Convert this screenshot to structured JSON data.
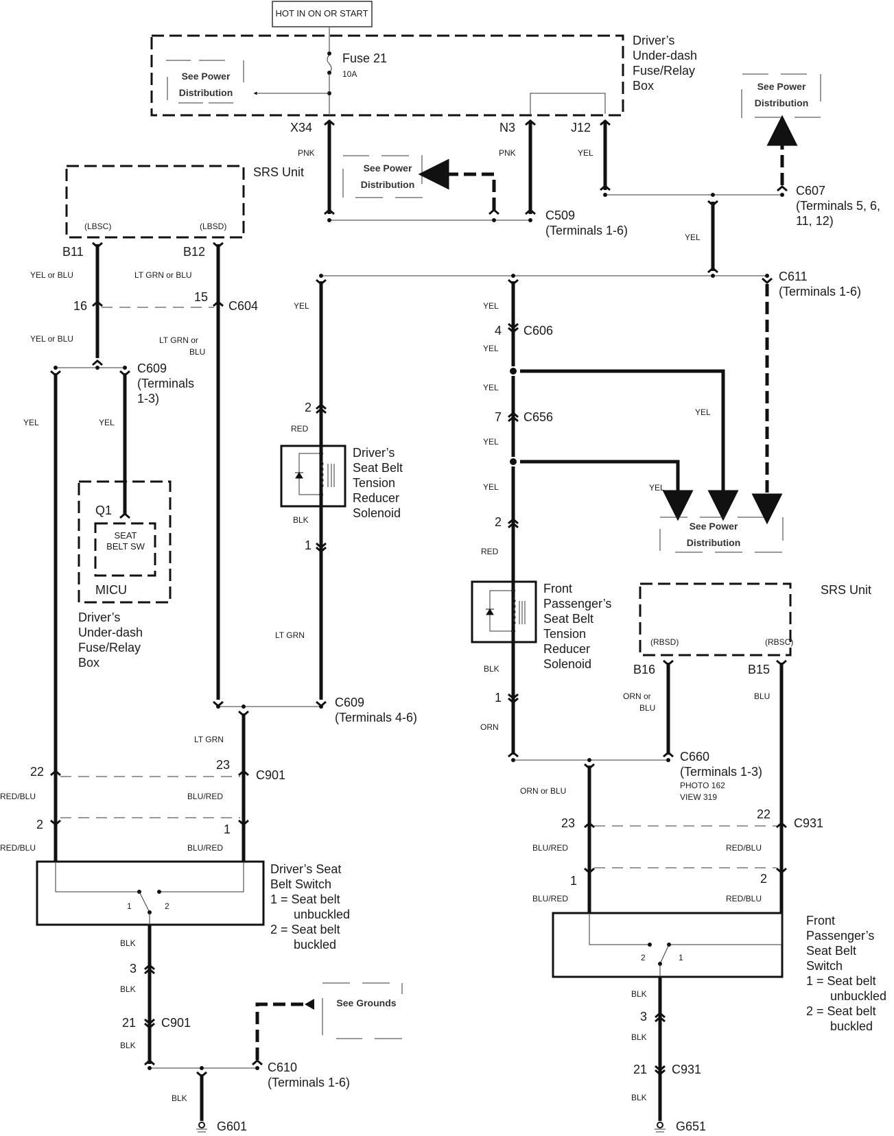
{
  "title_box": "HOT IN ON OR START",
  "fusebox": {
    "label": [
      "Driver’s",
      "Under-dash",
      "Fuse/Relay",
      "Box"
    ],
    "fuse_name": "Fuse 21",
    "fuse_rating": "10A"
  },
  "see_power": [
    "See Power",
    "Distribution"
  ],
  "see_grounds": "See Grounds",
  "terminals": {
    "x34": "X34",
    "n3": "N3",
    "j12": "J12",
    "b11": "B11",
    "b12": "B12",
    "b16": "B16",
    "b15": "B15"
  },
  "srs_left": {
    "label": "SRS Unit",
    "pin_a": "(LBSC)",
    "pin_b": "(LBSD)"
  },
  "srs_right": {
    "label": "SRS Unit",
    "pin_a": "(RBSD)",
    "pin_b": "(RBSC)"
  },
  "connectors": {
    "c509": [
      "C509",
      "(Terminals 1-6)"
    ],
    "c607": [
      "C607",
      "(Terminals 5, 6,",
      "11, 12)"
    ],
    "c611": [
      "C611",
      "(Terminals 1-6)"
    ],
    "c604": "C604",
    "c609a": [
      "C609",
      "(Terminals",
      "1-3)"
    ],
    "c609b": [
      "C609",
      "(Terminals 4-6)"
    ],
    "c606": "C606",
    "c656": "C656",
    "c660": [
      "C660",
      "(Terminals 1-3)",
      "PHOTO 162",
      "VIEW 319"
    ],
    "c901a": "C901",
    "c901b": "C901",
    "c931a": "C931",
    "c931b": "C931",
    "c610": [
      "C610",
      "(Terminals 1-6)"
    ],
    "g601": "G601",
    "g651": "G651"
  },
  "pins": {
    "p16": "16",
    "p15": "15",
    "p4": "4",
    "p7": "7",
    "ds2": "2",
    "ds1": "1",
    "ps2": "2",
    "ps1": "1",
    "c901_22": "22",
    "c901_23": "23",
    "dsw2": "2",
    "dsw1": "1",
    "dg3": "3",
    "dg21": "21",
    "c931_23": "23",
    "c931_22": "22",
    "psw1": "1",
    "psw2": "2",
    "pg3": "3",
    "pg21": "21"
  },
  "wires": {
    "pnk": "PNK",
    "yel": "YEL",
    "yel_or_blu": "YEL or BLU",
    "ltgrn_or_blu": "LT GRN or BLU",
    "ltgrn_or": "LT GRN or",
    "blu": "BLU",
    "red": "RED",
    "blk": "BLK",
    "ltgrn": "LT GRN",
    "orn": "ORN",
    "orn_or": "ORN or",
    "orn_or_blu": "ORN or BLU",
    "red_blu": "RED/BLU",
    "blu_red": "BLU/RED"
  },
  "micu": {
    "q1": "Q1",
    "sw": [
      "SEAT",
      "BELT SW"
    ],
    "name": "MICU",
    "location": [
      "Driver’s",
      "Under-dash",
      "Fuse/Relay",
      "Box"
    ]
  },
  "driver_solenoid": [
    "Driver’s",
    "Seat Belt",
    "Tension",
    "Reducer",
    "Solenoid"
  ],
  "pass_solenoid": [
    "Front",
    "Passenger’s",
    "Seat Belt",
    "Tension",
    "Reducer",
    "Solenoid"
  ],
  "driver_switch": {
    "label": [
      "Driver’s Seat",
      "Belt Switch"
    ],
    "legend": [
      "1 = Seat belt",
      "unbuckled",
      "2 = Seat belt",
      "buckled"
    ],
    "pos1": "1",
    "pos2": "2"
  },
  "pass_switch": {
    "label": [
      "Front",
      "Passenger’s",
      "Seat Belt",
      "Switch"
    ],
    "legend": [
      "1 = Seat belt",
      "unbuckled",
      "2 = Seat belt",
      "buckled"
    ],
    "pos1": "1",
    "pos2": "2"
  }
}
